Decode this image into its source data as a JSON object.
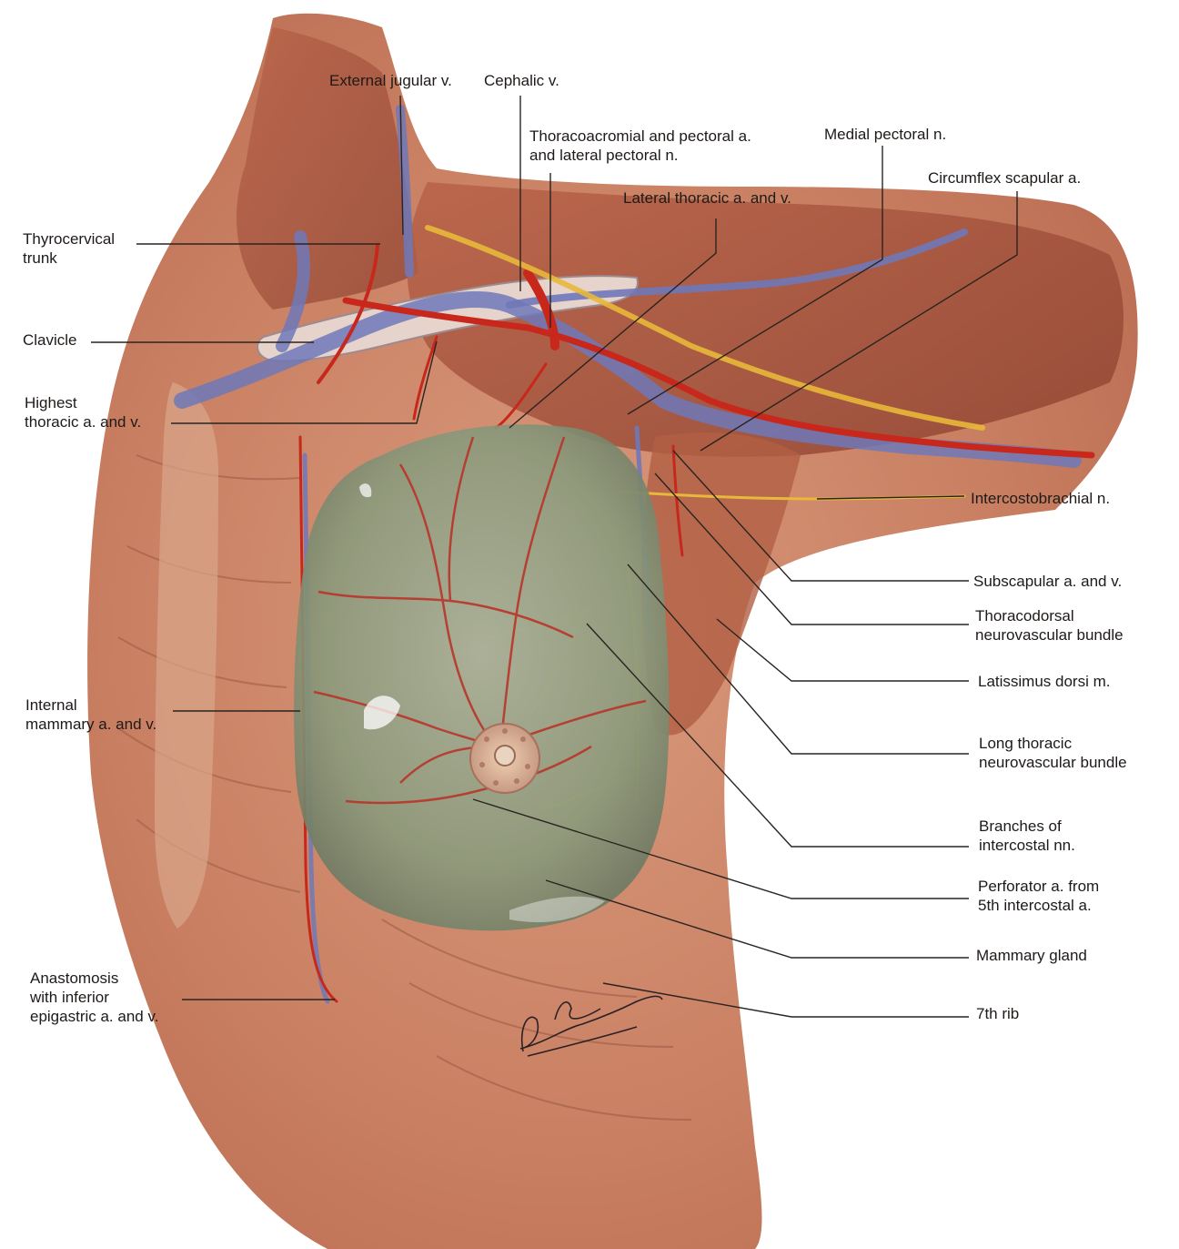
{
  "labels": {
    "external_jugular": "External jugular v.",
    "cephalic": "Cephalic v.",
    "thoracoacromial": "Thoracoacromial and pectoral a.\nand lateral pectoral n.",
    "medial_pectoral": "Medial pectoral n.",
    "circumflex_scapular": "Circumflex scapular a.",
    "lateral_thoracic": "Lateral thoracic a. and v.",
    "thyrocervical": "Thyrocervical\ntrunk",
    "clavicle": "Clavicle",
    "highest_thoracic": "Highest\nthoracic a. and v.",
    "intercostobrachial": "Intercostobrachial n.",
    "subscapular": "Subscapular a. and v.",
    "thoracodorsal": "Thoracodorsal\nneurovascular bundle",
    "latissimus": "Latissimus dorsi m.",
    "internal_mammary": "Internal\nmammary a. and v.",
    "long_thoracic": "Long thoracic\nneurovascular bundle",
    "branches_intercostal": "Branches of\nintercostal nn.",
    "perforator": "Perforator a. from\n5th intercostal a.",
    "mammary_gland": "Mammary gland",
    "rib7": "7th rib",
    "anastomosis": "Anastomosis\nwith inferior\nepigastric a. and v."
  },
  "signature": "L. Schoenberg",
  "colors": {
    "skin": "#c97f62",
    "muscle": "#a8553e",
    "artery": "#c8281c",
    "vein": "#6f78b8",
    "nerve": "#e8b83a",
    "gland": "#8c9a7c",
    "leader": "#2a2420"
  }
}
